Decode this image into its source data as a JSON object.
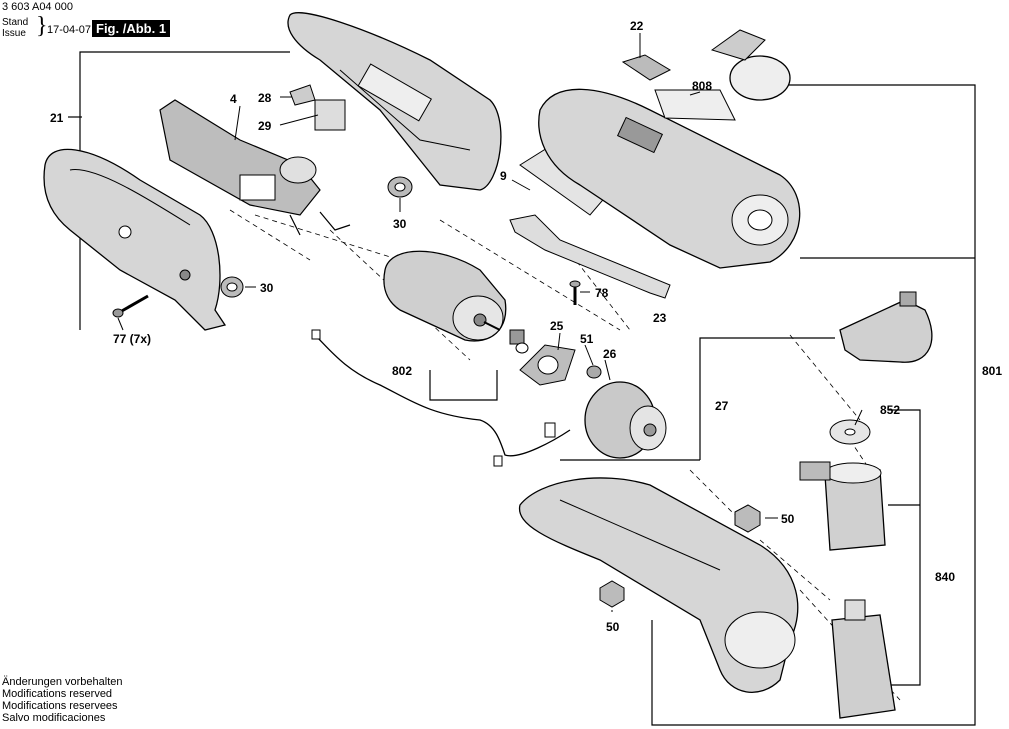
{
  "header": {
    "doc_number": "3 603 A04 000",
    "stand": "Stand",
    "issue": "Issue",
    "date": "17-04-07",
    "fig_label": "Fig. /Abb. 1"
  },
  "footer": {
    "lines": [
      "Änderungen vorbehalten",
      "Modifications reserved",
      "Modifications reservees",
      "Salvo modificaciones"
    ]
  },
  "parts": {
    "p21": "21",
    "p4": "4",
    "p28": "28",
    "p29": "29",
    "p30a": "30",
    "p30b": "30",
    "p77": "77 (7x)",
    "p22": "22",
    "p808": "808",
    "p9": "9",
    "p78": "78",
    "p23": "23",
    "p25": "25",
    "p51": "51",
    "p26": "26",
    "p802": "802",
    "p27": "27",
    "p801": "801",
    "p852": "852",
    "p840": "840",
    "p50a": "50",
    "p50b": "50"
  },
  "colors": {
    "line": "#000000",
    "body": "#d0d0d0",
    "dark": "#666666"
  }
}
